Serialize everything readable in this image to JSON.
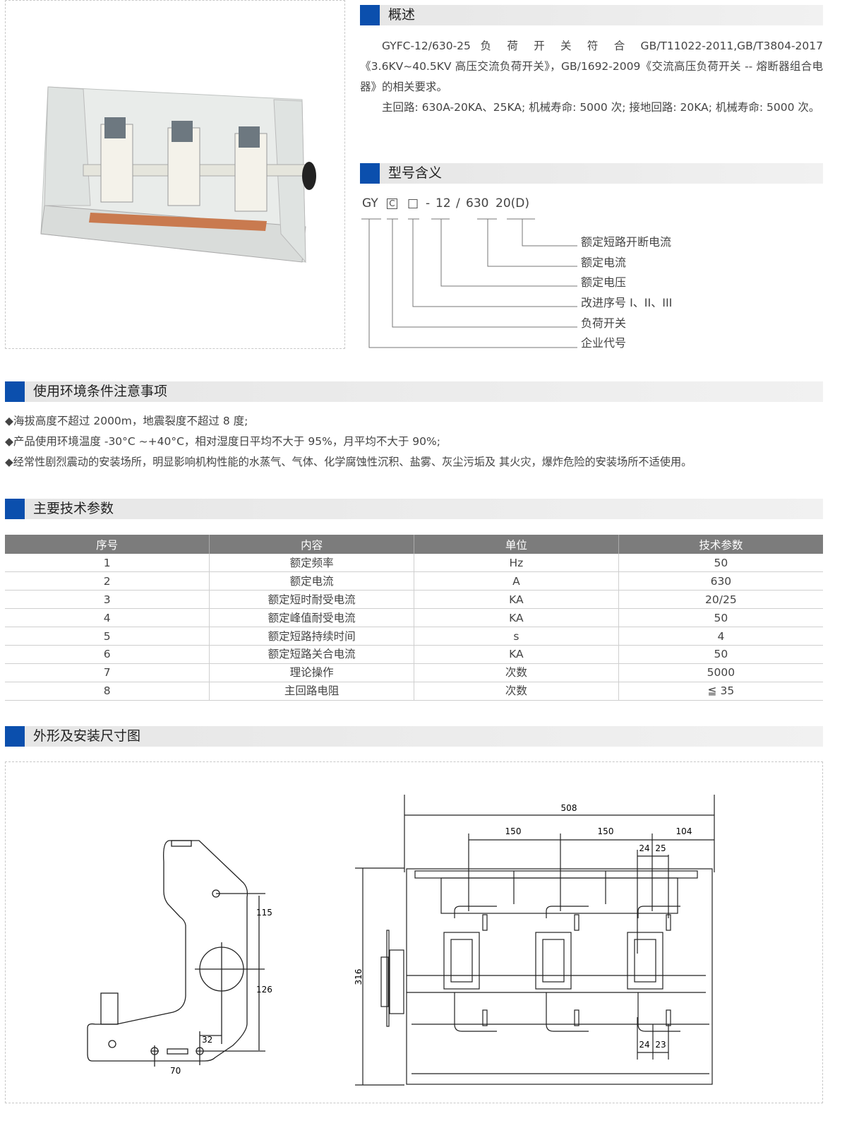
{
  "overview": {
    "title": "概述",
    "p1": "GYFC-12/630-25 负 荷 开 关 符 合 GB/T11022-2011,GB/T3804-2017《3.6KV~40.5KV 高压交流负荷开关》，GB/1692-2009《交流高压负荷开关 -- 熔断器组合电器》的相关要求。",
    "p2": "主回路: 630A-20KA、25KA; 机械寿命: 5000 次; 接地回路: 20KA; 机械寿命: 5000 次。"
  },
  "model": {
    "title": "型号含义",
    "code": [
      "GY",
      "C",
      "□",
      "-",
      "12",
      "/",
      "630",
      "20(D)"
    ],
    "labels": [
      "额定短路开断电流",
      "额定电流",
      "额定电压",
      "改进序号 I、II、III",
      "负荷开关",
      "企业代号"
    ]
  },
  "environment": {
    "title": "使用环境条件注意事项",
    "items": [
      "◆海拔高度不超过 2000m，地震裂度不超过 8 度;",
      "◆产品使用环境温度 -30°C ~+40°C，相对湿度日平均不大于 95%，月平均不大于 90%;",
      "◆经常性剧烈震动的安装场所，明显影响机构性能的水蒸气、气体、化学腐蚀性沉积、盐雾、灰尘污垢及 其火灾，爆炸危险的安装场所不适使用。"
    ]
  },
  "params": {
    "title": "主要技术参数",
    "headers": [
      "序号",
      "内容",
      "单位",
      "技术参数"
    ],
    "rows": [
      [
        "1",
        "额定频率",
        "Hz",
        "50"
      ],
      [
        "2",
        "额定电流",
        "A",
        "630"
      ],
      [
        "3",
        "额定短时耐受电流",
        "KA",
        "20/25"
      ],
      [
        "4",
        "额定峰值耐受电流",
        "KA",
        "50"
      ],
      [
        "5",
        "额定短路持续时间",
        "s",
        "4"
      ],
      [
        "6",
        "额定短路关合电流",
        "KA",
        "50"
      ],
      [
        "7",
        "理论操作",
        "次数",
        "5000"
      ],
      [
        "8",
        "主回路电阻",
        "次数",
        "≦ 35"
      ]
    ]
  },
  "dimensions": {
    "title": "外形及安装尺寸图",
    "side": {
      "d115": "115",
      "d126": "126",
      "d32": "32",
      "d70": "70"
    },
    "front": {
      "d508": "508",
      "d150a": "150",
      "d150b": "150",
      "d104": "104",
      "d24a": "24",
      "d25": "25",
      "d24b": "24",
      "d23": "23",
      "d316": "316"
    }
  },
  "colors": {
    "accent": "#0b4fad",
    "table_header": "#7c7c7c"
  }
}
